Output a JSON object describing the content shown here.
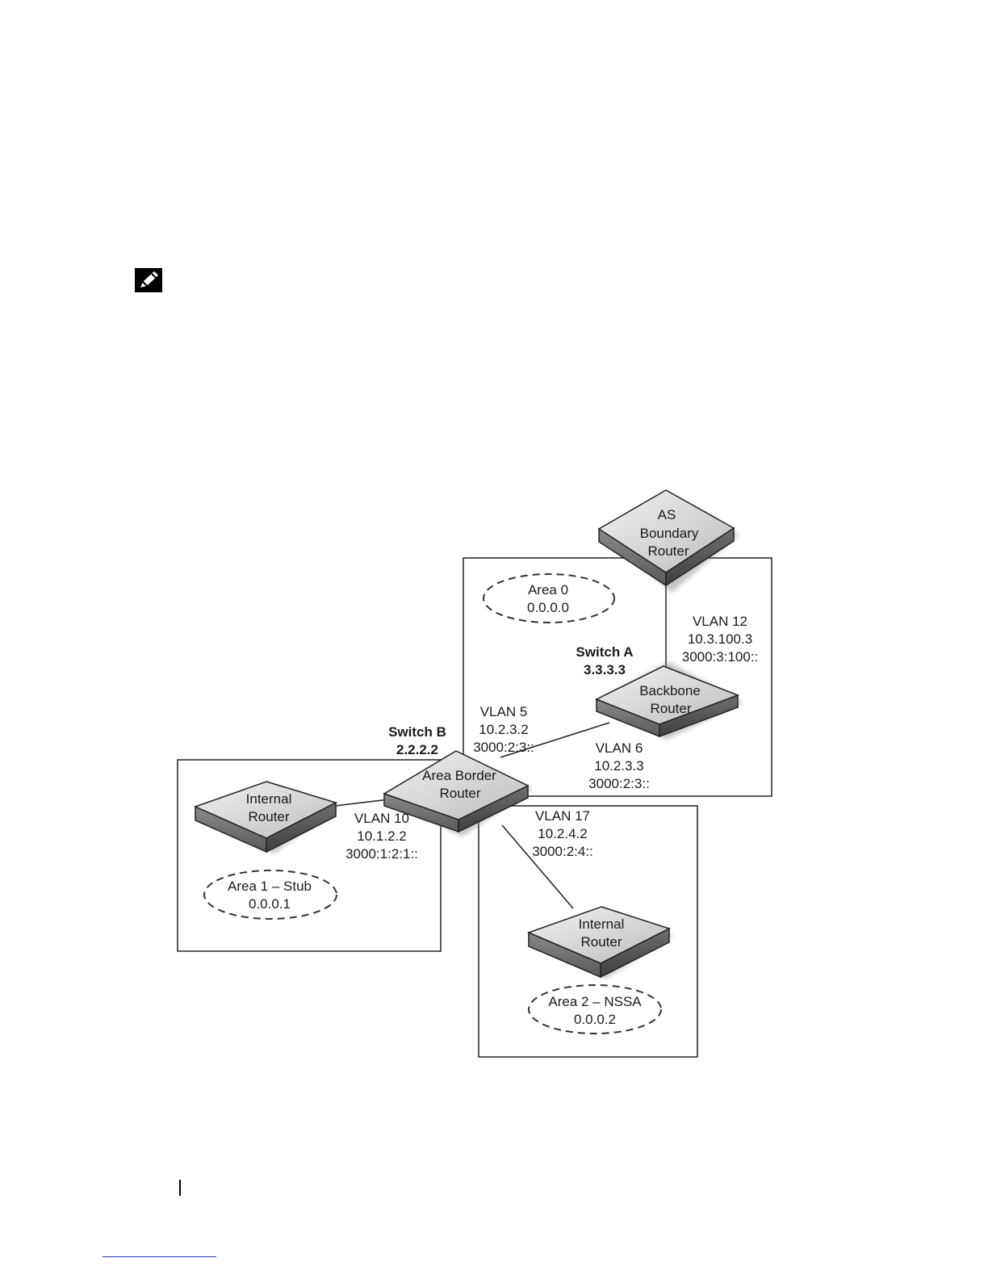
{
  "note_icon": "pencil-note-icon",
  "areas": {
    "area0": {
      "name": "Area 0",
      "id": "0.0.0.0"
    },
    "area1": {
      "name": "Area 1 – Stub",
      "id": "0.0.0.1"
    },
    "area2": {
      "name": "Area 2 – NSSA",
      "id": "0.0.0.2"
    }
  },
  "routers": {
    "as_boundary": {
      "line1": "AS",
      "line2": "Boundary",
      "line3": "Router"
    },
    "backbone": {
      "line1": "Backbone",
      "line2": "Router"
    },
    "area_border": {
      "line1": "Area Border",
      "line2": "Router"
    },
    "internal_area1": {
      "line1": "Internal",
      "line2": "Router"
    },
    "internal_area2": {
      "line1": "Internal",
      "line2": "Router"
    }
  },
  "switches": {
    "switch_a": {
      "name": "Switch A",
      "id": "3.3.3.3"
    },
    "switch_b": {
      "name": "Switch B",
      "id": "2.2.2.2"
    }
  },
  "links": {
    "vlan12": {
      "vlan": "VLAN 12",
      "ipv4": "10.3.100.3",
      "ipv6": "3000:3:100::"
    },
    "vlan5": {
      "vlan": "VLAN 5",
      "ipv4": "10.2.3.2",
      "ipv6": "3000:2:3::"
    },
    "vlan6": {
      "vlan": "VLAN 6",
      "ipv4": "10.2.3.3",
      "ipv6": "3000:2:3::"
    },
    "vlan10": {
      "vlan": "VLAN 10",
      "ipv4": "10.1.2.2",
      "ipv6": "3000:1:2:1::"
    },
    "vlan17": {
      "vlan": "VLAN 17",
      "ipv4": "10.2.4.2",
      "ipv6": "3000:2:4::"
    }
  }
}
